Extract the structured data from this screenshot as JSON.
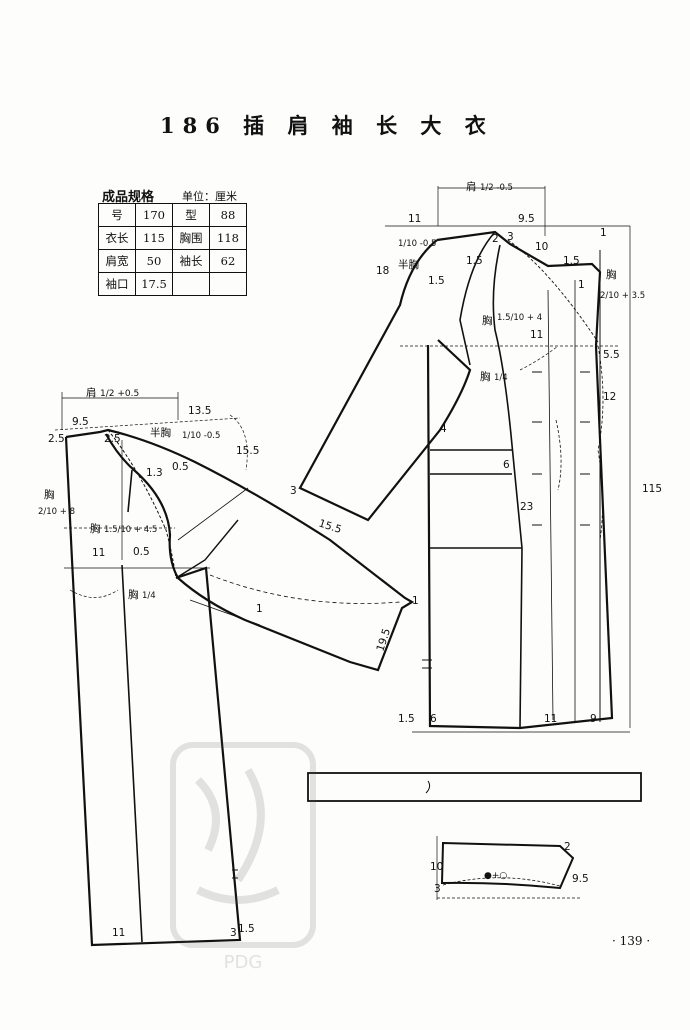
{
  "title": "186  插 肩 袖 长 大 衣",
  "spec": {
    "heading": "成品规格",
    "unit": "单位：厘米",
    "rows": [
      [
        "号",
        "170",
        "型",
        "88"
      ],
      [
        "衣长",
        "115",
        "胸围",
        "118"
      ],
      [
        "肩宽",
        "50",
        "袖长",
        "62"
      ],
      [
        "袖口",
        "17.5",
        "",
        ""
      ]
    ]
  },
  "labels": {
    "back": {
      "shoulder_top": "肩",
      "shoulder_frac": "1/2 +0.5",
      "v9_5": "9.5",
      "v13_5": "13.5",
      "half_chest": "半胸",
      "half_chest_frac": "1/10 -0.5",
      "v2_5a": "2.5",
      "v2_5b": "2.5",
      "v1_3": "1.3",
      "v0_5a": "0.5",
      "v15_5": "15.5",
      "chest_side": "胸",
      "chest_side_frac": "2/10 + 8",
      "chest_mid": "胸",
      "chest_mid_frac": "1.5/10 + 4.5",
      "v11": "11",
      "v0_5b": "0.5",
      "chest_quarter": "胸",
      "chest_quarter_frac": "1/4",
      "v1": "1",
      "v19_5": "19.5",
      "v1b": "1",
      "bottom11": "11",
      "bottom3": "3",
      "bottom1_5": "1.5"
    },
    "front": {
      "shoulder_top": "肩",
      "shoulder_frac": "1/2 -0.5",
      "v11": "11",
      "v9_5": "9.5",
      "v2": "2",
      "v3": "3",
      "frac_110": "1/10 -0.5",
      "half_chest": "半胸",
      "v18": "18",
      "v1_5a": "1.5",
      "v1_5b": "1.5",
      "v10": "10",
      "v1_5c": "1.5",
      "v1": "1",
      "chest_r": "胸",
      "chest_r_frac": "2/10 + 3.5",
      "v1b": "1",
      "chest_mid": "胸",
      "chest_mid_frac": "1.5/10 + 4",
      "v11b": "11",
      "v5_5": "5.5",
      "chest_q": "胸",
      "chest_q_frac": "1/4",
      "v12": "12",
      "v4": "4",
      "v6": "6",
      "v3b": "3",
      "v15_5": "15.5",
      "v115": "115",
      "v23": "23",
      "b1_5": "1.5",
      "b6": "6",
      "b11": "11",
      "b9": "9"
    },
    "cuff": {
      "v10": "10",
      "v3": "3",
      "v2": "2",
      "v9_5": "9.5",
      "mark": "●+○"
    }
  },
  "page_number": "· 139 ·",
  "watermark": "PDG"
}
